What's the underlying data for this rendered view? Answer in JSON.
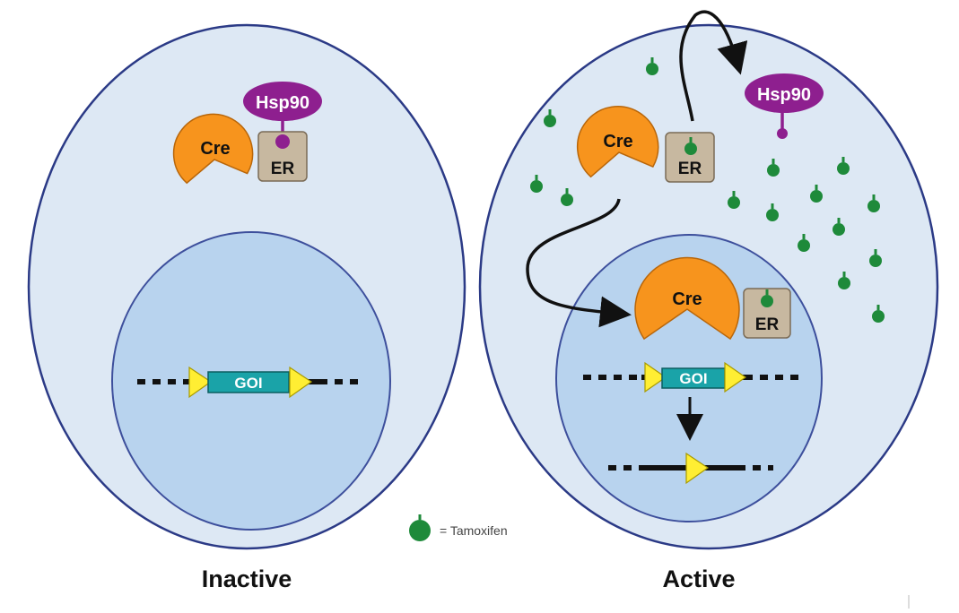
{
  "colors": {
    "cell_fill": "#dde8f4",
    "cell_stroke": "#2b3a86",
    "nucleus_fill": "#b8d3ee",
    "nucleus_stroke": "#3d4f9c",
    "cre": "#f7941d",
    "er_box": "#c7b8a0",
    "hsp90": "#8e1f8f",
    "tamoxifen": "#1e8a3a",
    "goi_box": "#1aa3a8",
    "loxp": "#ffee33"
  },
  "labels": {
    "cre": "Cre",
    "er": "ER",
    "hsp90": "Hsp90",
    "goi": "GOI",
    "inactive": "Inactive",
    "active": "Active",
    "legend": "= Tamoxifen"
  }
}
